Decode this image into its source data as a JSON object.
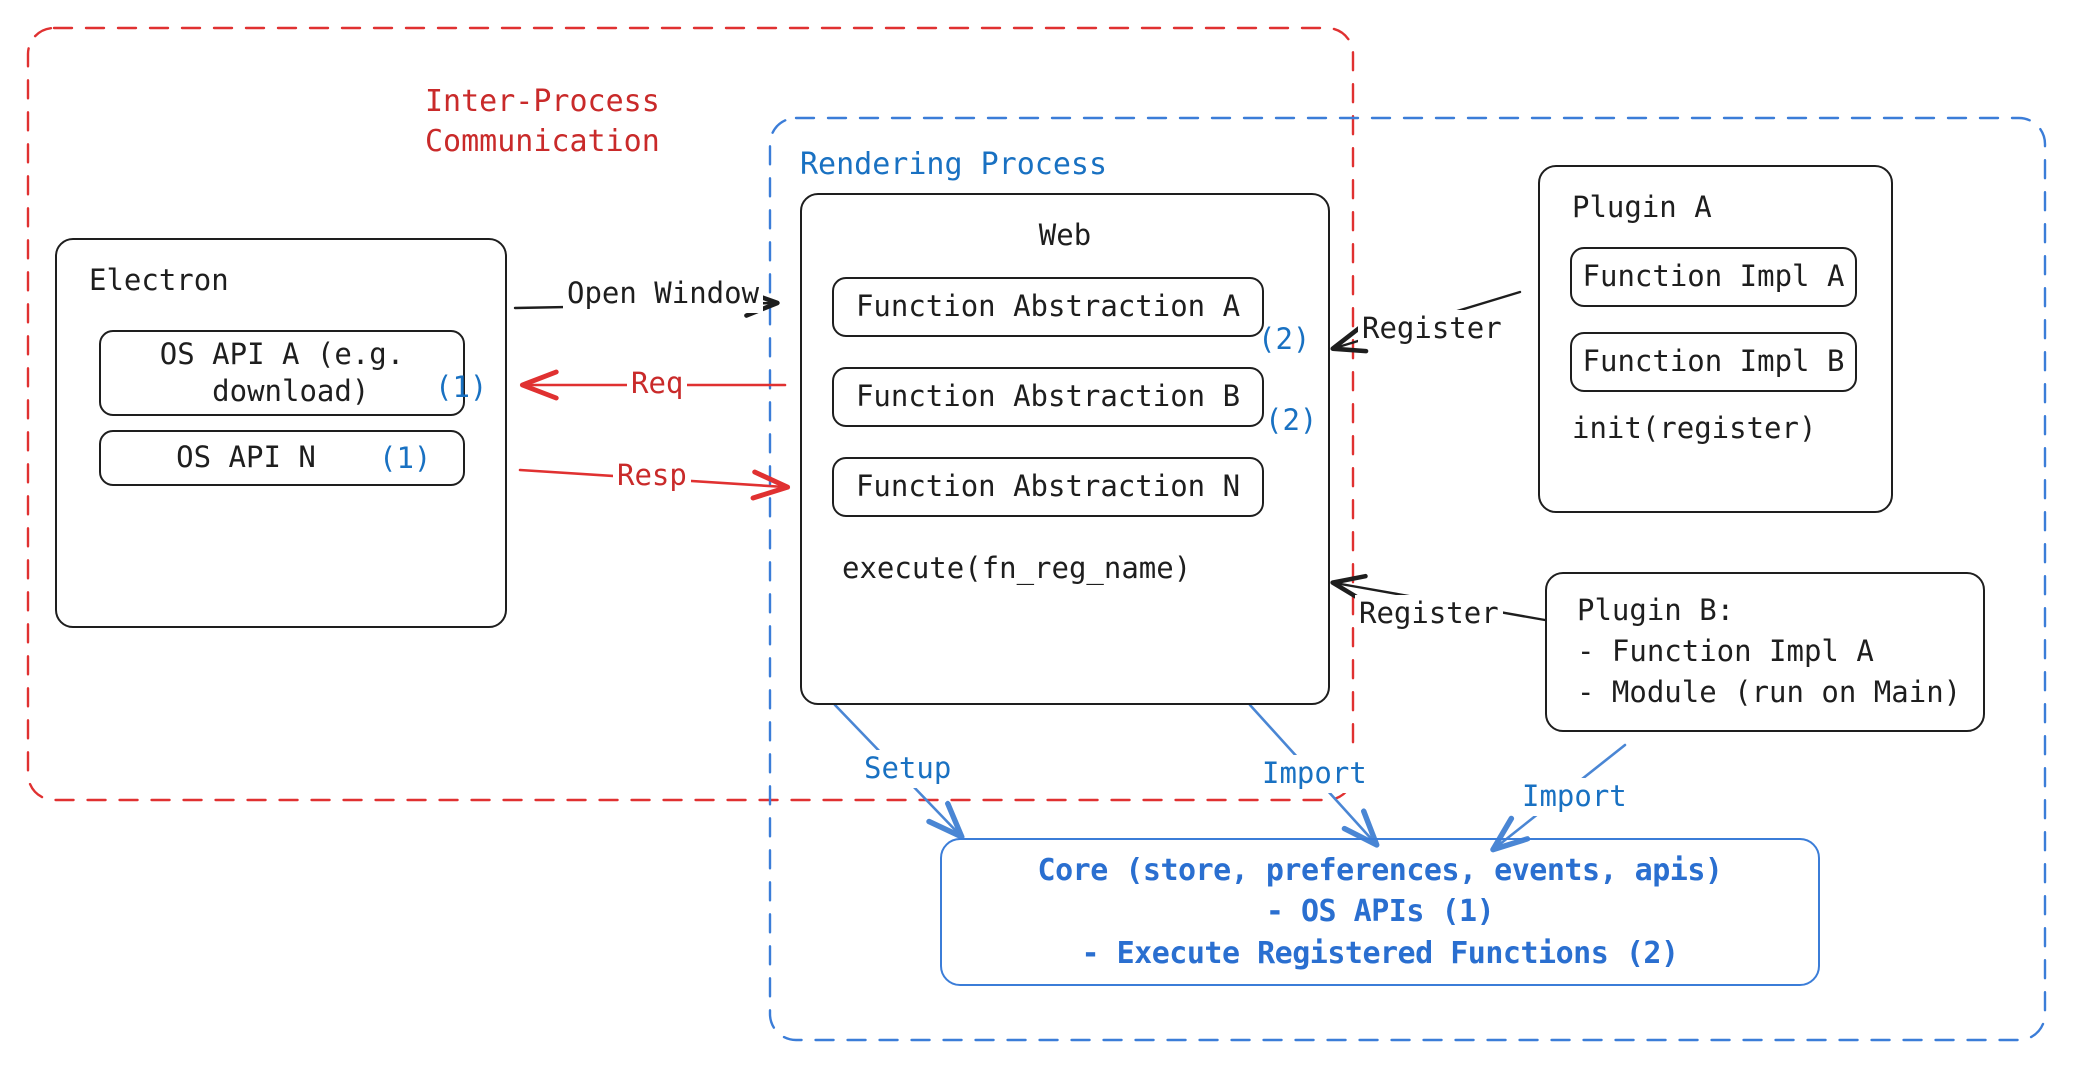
{
  "diagram": {
    "title_ipc": "Inter-Process\nCommunication",
    "title_rendering": "Rendering Process",
    "colors": {
      "ipc_border": "#e03131",
      "ipc_text": "#c92a2a",
      "rendering_border": "#3b7dd8",
      "rendering_text": "#1971c2",
      "node_stroke": "#1e1e1e",
      "annotation": "#1971c2",
      "core_text": "#2a6fd0",
      "arrow_black": "#1e1e1e",
      "arrow_red": "#e03131",
      "arrow_blue": "#4a86d4"
    },
    "electron": {
      "title": "Electron",
      "apis": [
        {
          "label": "OS API A (e.g.\n download)",
          "badge": "(1)"
        },
        {
          "label": "OS API N",
          "badge": "(1)"
        }
      ]
    },
    "web": {
      "title": "Web",
      "abstractions": [
        {
          "label": "Function Abstraction A",
          "badge": "(2)"
        },
        {
          "label": "Function Abstraction B",
          "badge": "(2)"
        },
        {
          "label": "Function Abstraction N",
          "badge": ""
        }
      ],
      "execute": "execute(fn_reg_name)"
    },
    "plugin_a": {
      "title": "Plugin A",
      "items": [
        "Function Impl A",
        "Function Impl B"
      ],
      "init": "init(register)"
    },
    "plugin_b": {
      "lines": [
        "Plugin B:",
        "- Function Impl A",
        "- Module (run on Main)"
      ]
    },
    "core": {
      "lines": [
        "Core (store, preferences, events, apis)",
        "- OS APIs (1)",
        "- Execute Registered Functions (2)"
      ]
    },
    "edges": [
      {
        "id": "open-window",
        "label": "Open Window",
        "color": "black"
      },
      {
        "id": "req",
        "label": "Req",
        "color": "red"
      },
      {
        "id": "resp",
        "label": "Resp",
        "color": "red"
      },
      {
        "id": "register-a",
        "label": "Register",
        "color": "black"
      },
      {
        "id": "register-b",
        "label": "Register",
        "color": "black"
      },
      {
        "id": "setup",
        "label": "Setup",
        "color": "blue"
      },
      {
        "id": "import-web",
        "label": "Import",
        "color": "blue"
      },
      {
        "id": "import-plugin-b",
        "label": "Import",
        "color": "blue"
      }
    ]
  }
}
